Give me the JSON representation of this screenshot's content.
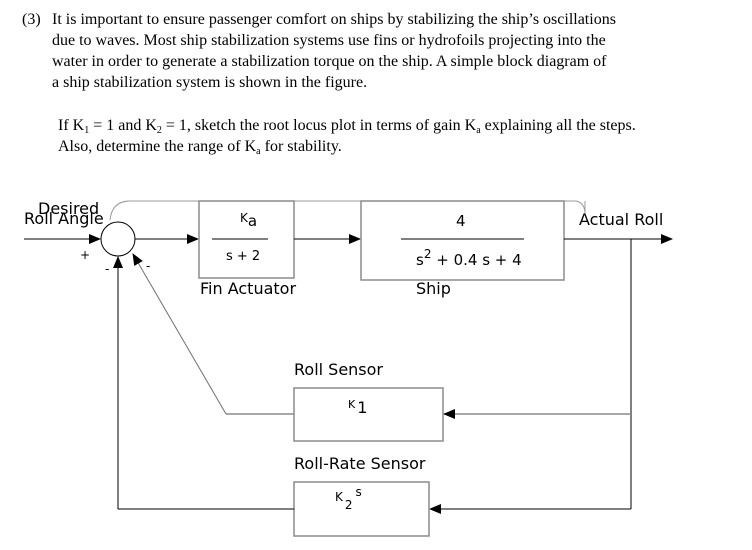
{
  "problem": {
    "number": "(3)",
    "paragraph_lines": [
      "It is important to ensure passenger comfort on ships by stabilizing the ship’s oscillations",
      "due to waves. Most ship stabilization systems use fins or hydrofoils projecting into the",
      "water in order to generate a stabilization torque on the ship. A simple block diagram of",
      "a ship stabilization system is shown in the figure."
    ],
    "question": {
      "line1_parts": [
        "If K",
        "1",
        " = 1 and K",
        "2",
        " = 1, sketch the root locus plot in terms of gain K",
        "a",
        " explaining all the steps."
      ],
      "line2_parts": [
        "Also, determine the range of K",
        "a",
        " for stability."
      ]
    }
  },
  "diagram": {
    "input_label_line1": "Desired",
    "input_label_line2": "Roll Angle",
    "output_label": "Actual Roll",
    "sum_signs": {
      "input": "+",
      "feedback_roll": "-",
      "feedback_rate": "-"
    },
    "fin_actuator": {
      "name": "Fin Actuator",
      "numerator_base": "K",
      "numerator_sub": "a",
      "denominator": "s + 2"
    },
    "ship": {
      "name": "Ship",
      "numerator": "4",
      "denominator_base": "s",
      "denominator_exp": "2",
      "denominator_rest": " + 0.4 s + 4"
    },
    "roll_sensor": {
      "name": "Roll Sensor",
      "gain_base": "K",
      "gain_sub": "1"
    },
    "roll_rate_sensor": {
      "name": "Roll-Rate Sensor",
      "gain_base": "K",
      "gain_sub": "2",
      "gain_suffix": "s"
    },
    "colors": {
      "line": "#000000",
      "box_border": "#8c8c8c",
      "gray_line": "#707070"
    }
  }
}
